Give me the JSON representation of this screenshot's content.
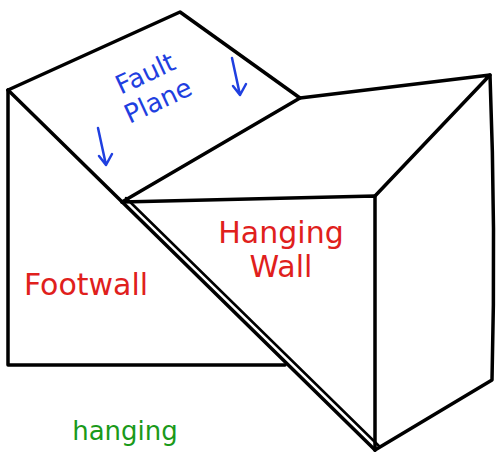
{
  "diagram": {
    "labels": [
      "Fault Plane",
      "Footwall",
      "Hanging Wall",
      "hanging"
    ]
  }
}
